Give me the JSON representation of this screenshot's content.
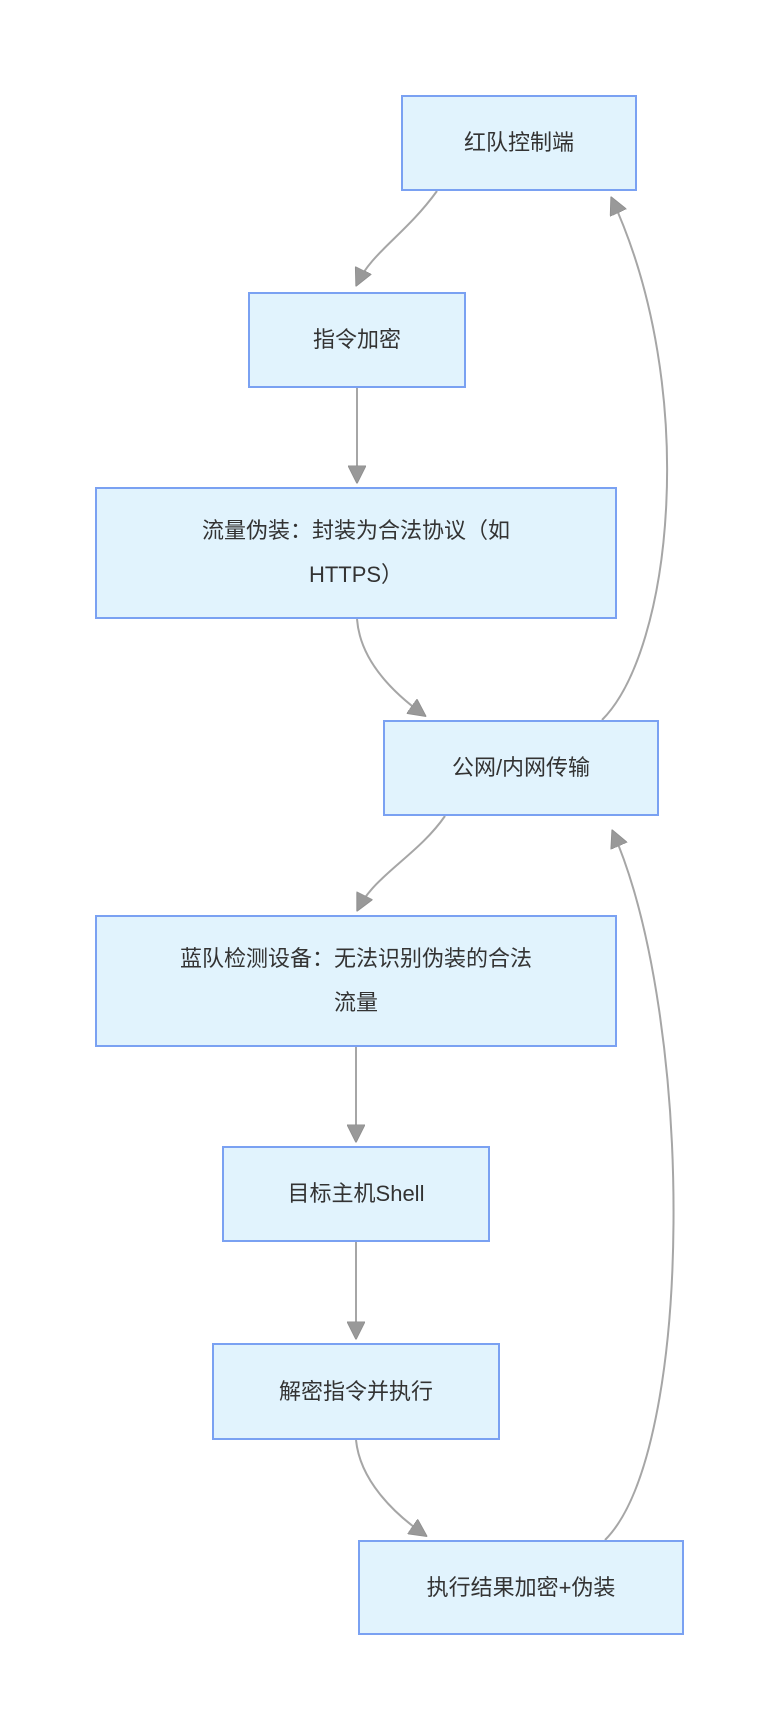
{
  "diagram": {
    "type": "flowchart",
    "direction": "top-down",
    "colors": {
      "node_fill": "#e1f3fd",
      "node_border": "#7aa1f2",
      "node_text": "#333333",
      "arrow_line": "#a6a6a6",
      "arrow_head": "#999999",
      "background": "#ffffff"
    },
    "nodes": [
      {
        "id": "red-team-controller",
        "label": "红队控制端"
      },
      {
        "id": "command-encryption",
        "label": "指令加密"
      },
      {
        "id": "traffic-disguise",
        "label": "流量伪装：封装为合法协议（如HTTPS）"
      },
      {
        "id": "network-transmission",
        "label": "公网/内网传输"
      },
      {
        "id": "blue-team-detection",
        "label": "蓝队检测设备：无法识别伪装的合法流量"
      },
      {
        "id": "target-host-shell",
        "label": "目标主机Shell"
      },
      {
        "id": "decrypt-and-execute",
        "label": "解密指令并执行"
      },
      {
        "id": "result-encrypt-disguise",
        "label": "执行结果加密+伪装"
      }
    ],
    "edges": [
      {
        "from": "red-team-controller",
        "to": "command-encryption"
      },
      {
        "from": "command-encryption",
        "to": "traffic-disguise"
      },
      {
        "from": "traffic-disguise",
        "to": "network-transmission"
      },
      {
        "from": "network-transmission",
        "to": "blue-team-detection"
      },
      {
        "from": "blue-team-detection",
        "to": "target-host-shell"
      },
      {
        "from": "target-host-shell",
        "to": "decrypt-and-execute"
      },
      {
        "from": "decrypt-and-execute",
        "to": "result-encrypt-disguise"
      },
      {
        "from": "result-encrypt-disguise",
        "to": "network-transmission"
      },
      {
        "from": "network-transmission",
        "to": "red-team-controller"
      }
    ]
  }
}
